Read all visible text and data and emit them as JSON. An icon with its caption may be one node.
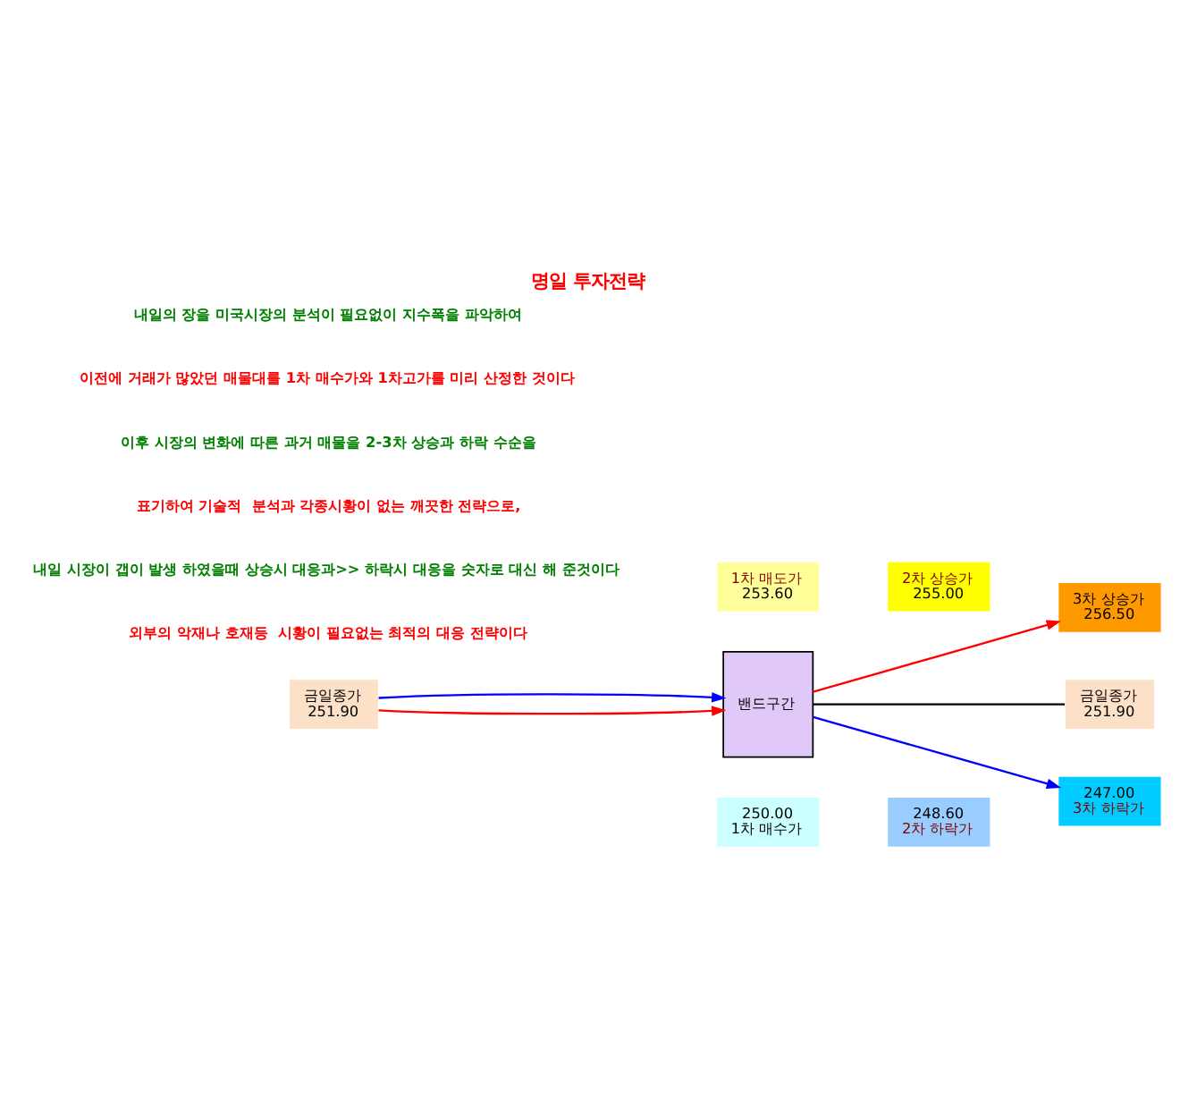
{
  "diagram": {
    "title": "명일 투자전략",
    "nodes": [
      {
        "text": [
          "금일종가",
          "251.90"
        ]
      },
      {
        "text": [
          "밴드구간"
        ]
      },
      {
        "text": [
          "1차 매도가",
          "253.60"
        ]
      },
      {
        "text": [
          "250.00",
          "1차 매수가"
        ]
      },
      {
        "text": [
          "2차 상승가",
          "255.00"
        ]
      },
      {
        "text": [
          "248.60",
          "2차 하락가"
        ]
      },
      {
        "text": [
          "3차 상승가",
          "256.50"
        ]
      },
      {
        "text": [
          "247.00",
          "3차 하락가"
        ]
      },
      {
        "text": [
          "금일종가",
          "251.90"
        ]
      }
    ],
    "edges": [
      {
        "from": 0,
        "to": 1,
        "arrow": "to",
        "color": "#ff0000"
      },
      {
        "from": 0,
        "to": 1,
        "arrow": "to",
        "color": "#0000ff"
      },
      {
        "from": 1,
        "to": 6,
        "arrow": "to",
        "color": "#ff0000"
      },
      {
        "from": 1,
        "to": 7,
        "arrow": "to",
        "color": "#0000ff"
      },
      {
        "from": 1,
        "to": 8,
        "arrow": "none",
        "color": "#000000"
      }
    ],
    "labels": [
      "내일의 장을 미국시장의 분석이 필요없이 지수폭을 파악하여",
      "이전에 거래가 많았던 매물대를 1차 매수가와 1차고가를 미리 산정한 것이다",
      "이후 시장의 변화에 따른 과거 매물을 2-3차 상승과 하락 수순을",
      "표기하여 기술적  분석과 각종시황이 없는 깨끗한 전략으로,",
      "내일 시장이 갭이 발생 하였을때 상승시 대응과>> 하락시 대응을 숫자로 대신 해 준것이다",
      "외부의 악재나 호재등  시황이 필요없는 최적의 대응 전략이다"
    ]
  }
}
